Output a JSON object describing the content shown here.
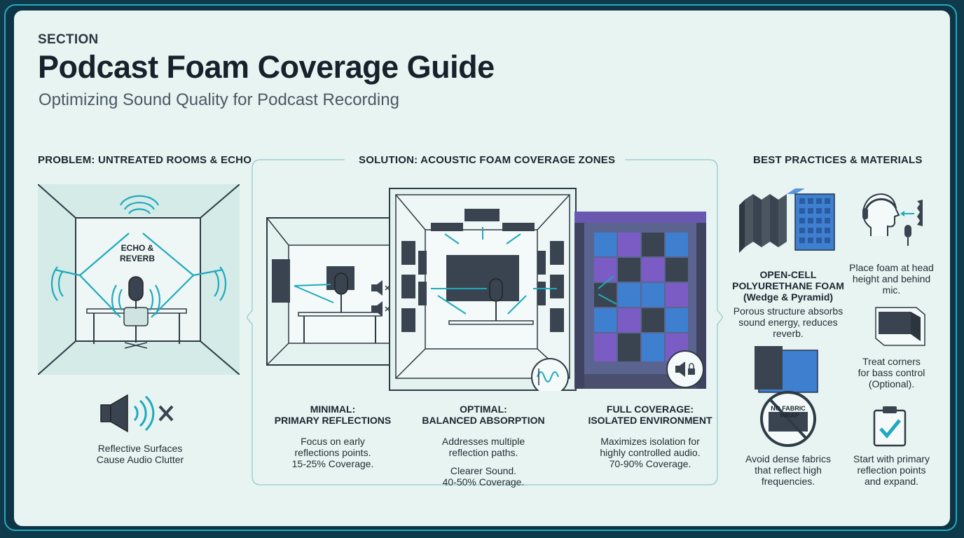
{
  "header": {
    "kicker": "SECTION",
    "title": "Podcast Foam Coverage Guide",
    "subtitle": "Optimizing Sound Quality for Podcast Recording"
  },
  "problem": {
    "heading": "PROBLEM: UNTREATED ROOMS & ECHO",
    "echo_label_line1": "ECHO &",
    "echo_label_line2": "REVERB",
    "caption_line1": "Reflective Surfaces",
    "caption_line2": "Cause Audio Clutter"
  },
  "solution": {
    "heading": "SOLUTION: ACOUSTIC FOAM COVERAGE ZONES",
    "zones": [
      {
        "title_line1": "MINIMAL:",
        "title_line2": "PRIMARY REFLECTIONS",
        "desc": [
          "Focus on early",
          "reflections points.",
          "15-25% Coverage."
        ],
        "extra": []
      },
      {
        "title_line1": "OPTIMAL:",
        "title_line2": "BALANCED ABSORPTION",
        "desc": [
          "Addresses multiple",
          "reflection paths."
        ],
        "extra": [
          "Clearer Sound.",
          "40-50% Coverage."
        ]
      },
      {
        "title_line1": "FULL COVERAGE:",
        "title_line2": "ISOLATED ENVIRONMENT",
        "desc": [
          "Maximizes isolation for",
          "highly controlled audio.",
          "70-90% Coverage."
        ],
        "extra": []
      }
    ]
  },
  "practices": {
    "heading": "BEST PRACTICES & MATERIALS",
    "foam_title": [
      "OPEN-CELL",
      "POLYURETHANE FOAM",
      "(Wedge & Pyramid)"
    ],
    "foam_desc": [
      "Porous structure absorbs",
      "sound energy, reduces",
      "reverb."
    ],
    "placement": [
      "Place foam at head",
      "height and behind",
      "mic."
    ],
    "corners": [
      "Treat corners",
      "for bass control",
      "(Optional)."
    ],
    "fabric_badge": [
      "NO FABRIC",
      "WRAP"
    ],
    "fabric": [
      "Avoid dense fabrics",
      "that reflect high",
      "frequencies."
    ],
    "start": [
      "Start with primary",
      "reflection points",
      "and expand."
    ]
  },
  "colors": {
    "accent": "#1fa9bd",
    "background": "#e8f4f2",
    "frame": "#0e3a4c",
    "foam_dark": "#3a4450",
    "foam_blue": "#3f7fd0",
    "foam_purple": "#7b5cc4"
  }
}
